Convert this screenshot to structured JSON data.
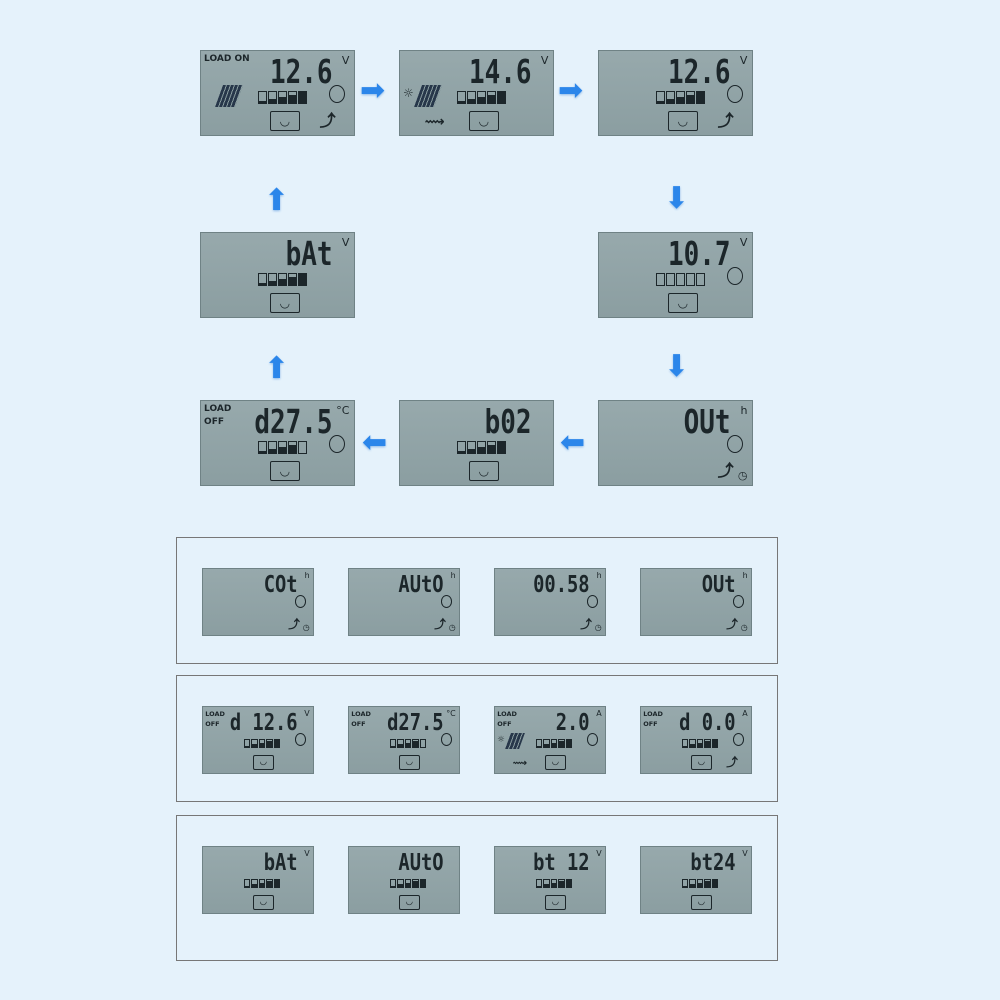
{
  "accent": "#2b86ea",
  "cycle": [
    {
      "reading": "12.6",
      "unit": "V",
      "load": "LOAD ON",
      "off": "",
      "level": 5,
      "icons": [
        "panel",
        "bulb",
        "load-arrow"
      ]
    },
    {
      "reading": "14.6",
      "unit": "V",
      "load": "",
      "off": "",
      "level": 5,
      "icons": [
        "sun",
        "panel",
        "charge-arrow"
      ]
    },
    {
      "reading": "12.6",
      "unit": "V",
      "load": "",
      "off": "",
      "level": 5,
      "icons": [
        "bulb",
        "load-arrow"
      ]
    },
    {
      "reading": "10.7",
      "unit": "V",
      "load": "",
      "off": "",
      "level": 0,
      "icons": [
        "bulb"
      ]
    },
    {
      "reading": "bAt",
      "unit": "V",
      "load": "",
      "off": "",
      "level": 5,
      "icons": []
    },
    {
      "reading": "OUt",
      "unit": "h",
      "load": "",
      "off": "",
      "level": -1,
      "icons": [
        "bulb",
        "load-arrow",
        "clock"
      ]
    },
    {
      "reading": "b02",
      "unit": "",
      "load": "",
      "off": "",
      "level": 5,
      "icons": []
    },
    {
      "reading": "d27.5",
      "unit": "°C",
      "load": "LOAD",
      "off": "OFF",
      "level": 4,
      "icons": [
        "bulb"
      ]
    }
  ],
  "groups": [
    [
      {
        "reading": "COt",
        "unit": "h",
        "load": "",
        "off": "",
        "level": -1,
        "icons": [
          "bulb",
          "load-arrow",
          "clock"
        ]
      },
      {
        "reading": "AUtO",
        "unit": "h",
        "load": "",
        "off": "",
        "level": -1,
        "icons": [
          "bulb",
          "load-arrow",
          "clock"
        ]
      },
      {
        "reading": "00.58",
        "unit": "h",
        "load": "",
        "off": "",
        "level": -1,
        "icons": [
          "bulb",
          "load-arrow",
          "clock"
        ]
      },
      {
        "reading": "OUt",
        "unit": "h",
        "load": "",
        "off": "",
        "level": -1,
        "icons": [
          "bulb",
          "load-arrow",
          "clock"
        ]
      }
    ],
    [
      {
        "reading": "d 12.6",
        "unit": "V",
        "load": "LOAD",
        "off": "OFF",
        "level": 5,
        "icons": [
          "bulb"
        ]
      },
      {
        "reading": "d27.5",
        "unit": "°C",
        "load": "LOAD",
        "off": "OFF",
        "level": 4,
        "icons": [
          "bulb"
        ]
      },
      {
        "reading": "2.0",
        "unit": "A",
        "load": "LOAD",
        "off": "OFF",
        "level": 5,
        "icons": [
          "sun",
          "panel",
          "charge-arrow",
          "bulb"
        ]
      },
      {
        "reading": "d 0.0",
        "unit": "A",
        "load": "LOAD",
        "off": "OFF",
        "level": 5,
        "icons": [
          "bulb",
          "load-arrow"
        ]
      }
    ],
    [
      {
        "reading": "bAt",
        "unit": "V",
        "load": "",
        "off": "",
        "level": 5,
        "icons": []
      },
      {
        "reading": "AUtO",
        "unit": "",
        "load": "",
        "off": "",
        "level": 5,
        "icons": []
      },
      {
        "reading": "bt 12",
        "unit": "V",
        "load": "",
        "off": "",
        "level": 5,
        "icons": []
      },
      {
        "reading": "bt24",
        "unit": "V",
        "load": "",
        "off": "",
        "level": 5,
        "icons": []
      }
    ]
  ]
}
